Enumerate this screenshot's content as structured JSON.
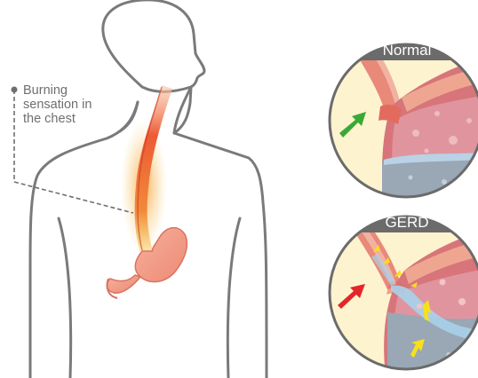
{
  "callout": {
    "lines": [
      "Burning",
      "sensation in",
      "the chest"
    ]
  },
  "panels": {
    "normal": {
      "label": "Normal"
    },
    "gerd": {
      "label": "GERD"
    }
  },
  "colors": {
    "outline": "#7a7a7a",
    "stomach": "#f2a08c",
    "burn": "#e8402a",
    "normal_arrow": "#3aa935",
    "gerd_arrow": "#e3262b",
    "acid_arrow": "#f7e01a",
    "label_bg": "#6b6b6b"
  }
}
